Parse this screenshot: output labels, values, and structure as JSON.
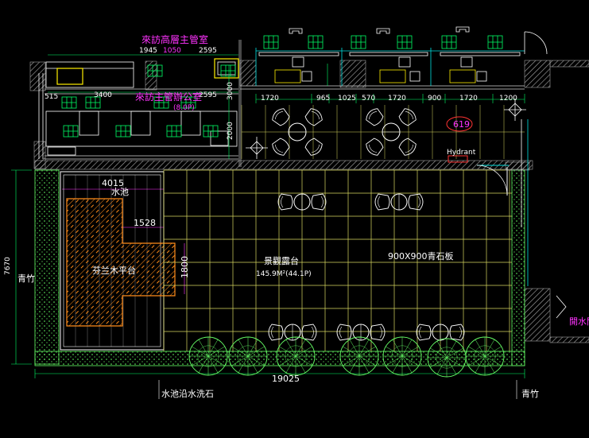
{
  "labels": {
    "visitor_office": "來訪高層主管室",
    "upper_dims": [
      "1945",
      "1050",
      "2595"
    ],
    "mid_dims": [
      "3400",
      "2595"
    ],
    "office_area": "(8.0P)",
    "visitor_office_2": "來訪主管辦公室",
    "dim_515": "515",
    "dim_3000": "3000",
    "dim_2000": "2000",
    "room_tag": "619",
    "hydrant": "Hydrant",
    "pool_top": "水池",
    "pool_width": "4015",
    "deck_inner": "1528",
    "deck_height": "1800",
    "deck_label": "芬兰木平台",
    "bamboo_left": "青竹",
    "height_total": "7670",
    "terrace_title": "景觀露台",
    "terrace_area": "145.9M²(44.1P)",
    "stone_floor": "900X900青石板",
    "width_total": "19025",
    "pool_edge": "水池沿水洗石",
    "bamboo_right": "青竹",
    "right_label": "開水間",
    "top_dims": [
      "1720",
      "965",
      "1025",
      "570",
      "1720",
      "900",
      "1720",
      "1200"
    ]
  },
  "colors": {
    "background": "#000000",
    "wall": "#a0a0a0",
    "grid": "#d8d860",
    "dimension": "#00ff66",
    "magenta": "#ff33ff",
    "cyan": "#00e0e0",
    "deck": "#ff8c1a",
    "furniture": "#ffffff",
    "plants": "#66ff66"
  }
}
